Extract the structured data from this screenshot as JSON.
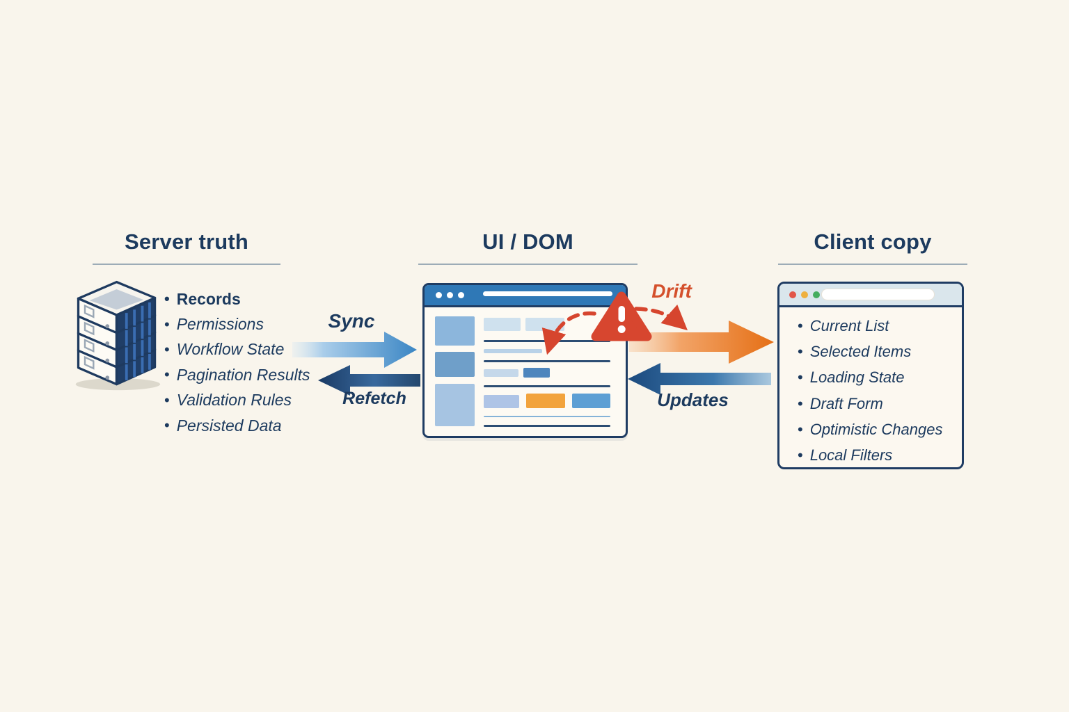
{
  "columns": {
    "server": {
      "title": "Server truth",
      "items": [
        "Records",
        "Permissions",
        "Workflow State",
        "Pagination Results",
        "Validation Rules",
        "Persisted Data"
      ]
    },
    "ui": {
      "title": "UI / DOM"
    },
    "client": {
      "title": "Client copy",
      "items": [
        "Current List",
        "Selected Items",
        "Loading State",
        "Draft Form",
        "Optimistic Changes",
        "Local Filters"
      ]
    }
  },
  "arrows": {
    "sync": "Sync",
    "refetch": "Refetch",
    "drift": "Drift",
    "updates": "Updates"
  },
  "glyphs": {
    "bullet": "•"
  },
  "colors": {
    "background": "#f9f5ec",
    "navy_text": "#1c3a5e",
    "window_border": "#1f3c63",
    "header_blue": "#2f78b6",
    "sync_blue": "#3b86c4",
    "refetch_navy": "#1a3a64",
    "updates_blue": "#1c4a7e",
    "drift_orange": "#e8761c",
    "alert_red": "#d7452f",
    "accent_orange_bar": "#f2a33c"
  }
}
